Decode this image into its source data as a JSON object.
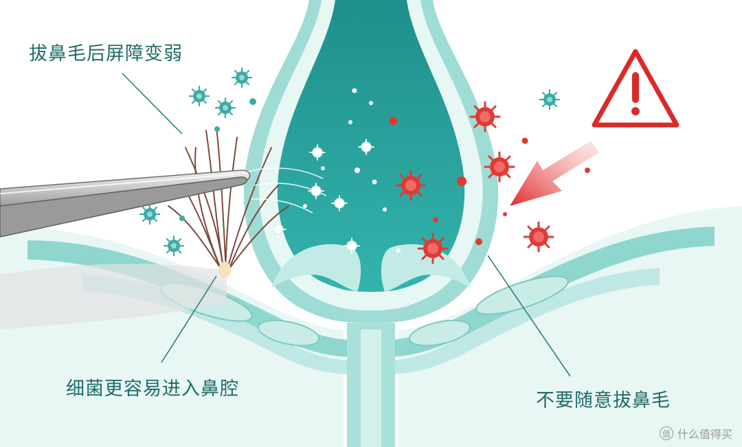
{
  "labels": {
    "top_left": "拔鼻毛后屏障变弱",
    "bottom_left": "细菌更容易进入鼻腔",
    "bottom_right": "不要随意拔鼻毛"
  },
  "watermark": {
    "logo_text": "值",
    "text": "什么值得买"
  },
  "colors": {
    "tissue_teal": "#2aa6a0",
    "tissue_light": "#bfe8e4",
    "bacteria_red": "#e03a35",
    "warning_red": "#d92b2b",
    "label_text": "#1f6b68"
  },
  "icons": {
    "warning": "warning-triangle-icon",
    "tool": "tweezers-icon",
    "hair": "nose-hair-icon",
    "bacteria": "bacteria-icon"
  }
}
